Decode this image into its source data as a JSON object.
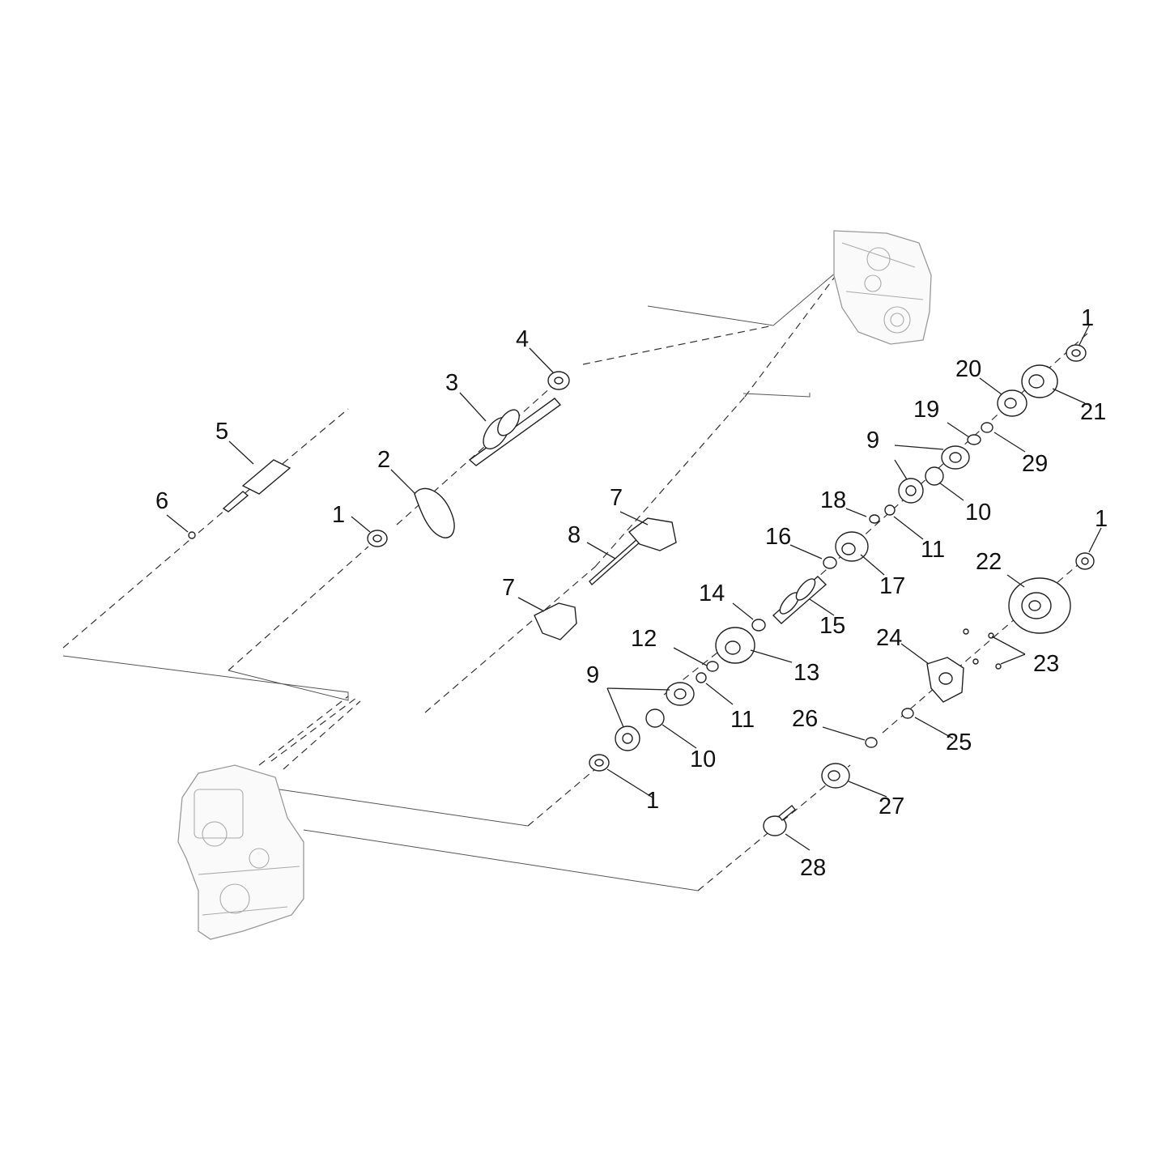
{
  "callouts": [
    {
      "key": "c-1a",
      "text": "1"
    },
    {
      "key": "c-1b",
      "text": "1"
    },
    {
      "key": "c-1c",
      "text": "1"
    },
    {
      "key": "c-1d",
      "text": "1"
    },
    {
      "key": "c-2",
      "text": "2"
    },
    {
      "key": "c-3",
      "text": "3"
    },
    {
      "key": "c-4",
      "text": "4"
    },
    {
      "key": "c-5",
      "text": "5"
    },
    {
      "key": "c-6",
      "text": "6"
    },
    {
      "key": "c-7a",
      "text": "7"
    },
    {
      "key": "c-7b",
      "text": "7"
    },
    {
      "key": "c-8",
      "text": "8"
    },
    {
      "key": "c-9a",
      "text": "9"
    },
    {
      "key": "c-9b",
      "text": "9"
    },
    {
      "key": "c-10a",
      "text": "10"
    },
    {
      "key": "c-10b",
      "text": "10"
    },
    {
      "key": "c-11a",
      "text": "11"
    },
    {
      "key": "c-11b",
      "text": "11"
    },
    {
      "key": "c-12",
      "text": "12"
    },
    {
      "key": "c-13",
      "text": "13"
    },
    {
      "key": "c-14",
      "text": "14"
    },
    {
      "key": "c-15",
      "text": "15"
    },
    {
      "key": "c-16",
      "text": "16"
    },
    {
      "key": "c-17",
      "text": "17"
    },
    {
      "key": "c-18",
      "text": "18"
    },
    {
      "key": "c-19",
      "text": "19"
    },
    {
      "key": "c-20",
      "text": "20"
    },
    {
      "key": "c-21",
      "text": "21"
    },
    {
      "key": "c-22",
      "text": "22"
    },
    {
      "key": "c-23",
      "text": "23"
    },
    {
      "key": "c-24",
      "text": "24"
    },
    {
      "key": "c-25",
      "text": "25"
    },
    {
      "key": "c-26",
      "text": "26"
    },
    {
      "key": "c-27",
      "text": "27"
    },
    {
      "key": "c-28",
      "text": "28"
    },
    {
      "key": "c-29",
      "text": "29"
    }
  ]
}
